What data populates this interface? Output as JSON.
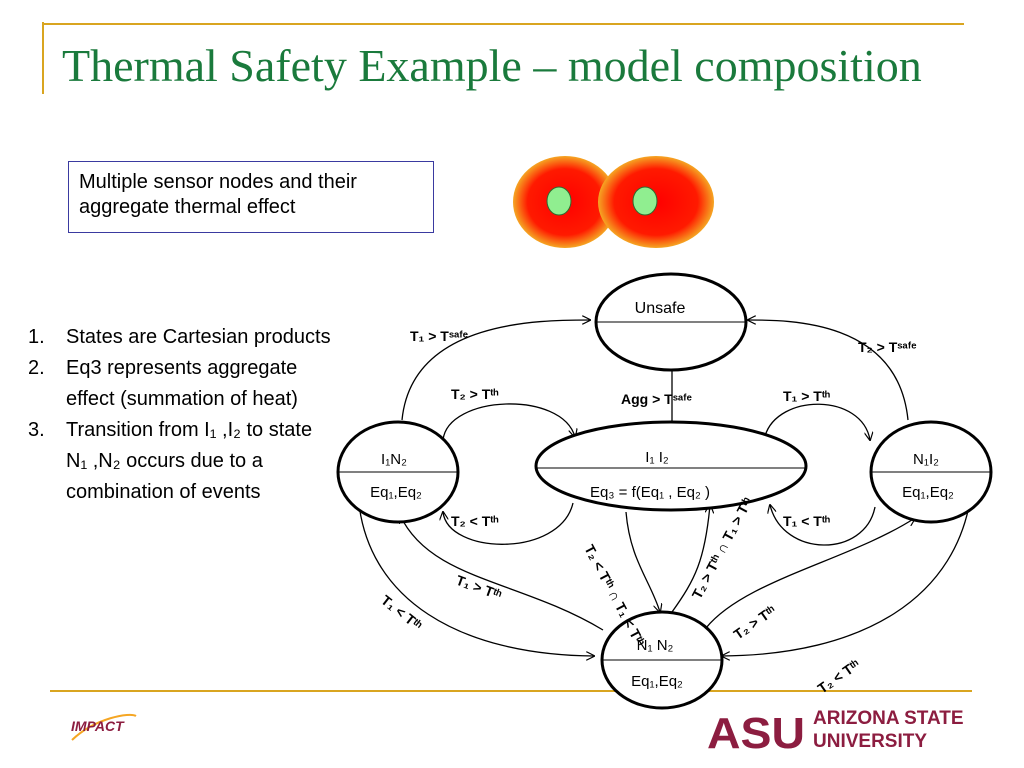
{
  "slide": {
    "title": "Thermal Safety Example – model composition",
    "callout": "Multiple sensor nodes and their aggregate thermal effect",
    "points": [
      {
        "num": "1.",
        "text": "States are Cartesian products"
      },
      {
        "num": "2.",
        "text": "Eq3 represents aggregate effect (summation of heat)"
      },
      {
        "num": "3.",
        "text": "Transition from I₁ ,I₂ to state N₁ ,N₂ occurs due to a combination of events"
      }
    ]
  },
  "diagram": {
    "states": {
      "unsafe": "Unsafe",
      "i1n2": {
        "top": "I₁N₂",
        "bottom": "Eq₁,Eq₂"
      },
      "i1i2": {
        "top": "I₁ I₂",
        "bottom": "Eq₃ = f(Eq₁ , Eq₂ )"
      },
      "n1i2": {
        "top": "N₁I₂",
        "bottom": "Eq₁,Eq₂"
      },
      "n1n2": {
        "top": "N₁ N₂",
        "bottom": "Eq₁,Eq₂"
      }
    },
    "labels": {
      "t1_gt_tsafe": "T₁ > Tˢᵃᶠᵉ",
      "t2_gt_tsafe": "T₂ > Tˢᵃᶠᵉ",
      "agg_gt_tsafe": "Agg > Tˢᵃᶠᵉ",
      "t2_gt_tth_left": "T₂ > Tᵗʰ",
      "t1_gt_tth_right": "T₁ > Tᵗʰ",
      "t2_lt_tth_left": "T₂ < Tᵗʰ",
      "t1_lt_tth_right": "T₁ < Tᵗʰ",
      "combo_left": "T₂ < Tᵗʰ ∩ T₁ < Tᵗʰ",
      "combo_right": "T₂ > Tᵗʰ ∩ T₁ > Tᵗʰ",
      "t1_gt_tth_lower": "T₁ > Tᵗʰ",
      "t1_lt_tth_lower": "T₁ < Tᵗʰ",
      "t2_gt_tth_lower": "T₂ > Tᵗʰ",
      "t2_lt_tth_lower": "T₂ < Tᵗʰ"
    }
  },
  "logos": {
    "impact": "IMPACT",
    "asu_mark": "ASU",
    "asu_line1": "ARIZONA STATE",
    "asu_line2": "UNIVERSITY"
  },
  "colors": {
    "title": "#1a7a3c",
    "accent_rule": "#d9a520",
    "heat_red": "#ff0000",
    "heat_orange": "#f5a623",
    "sensor_green": "#90ee90",
    "asu_maroon": "#8c1d40",
    "callout_border": "#3a3aa0"
  }
}
